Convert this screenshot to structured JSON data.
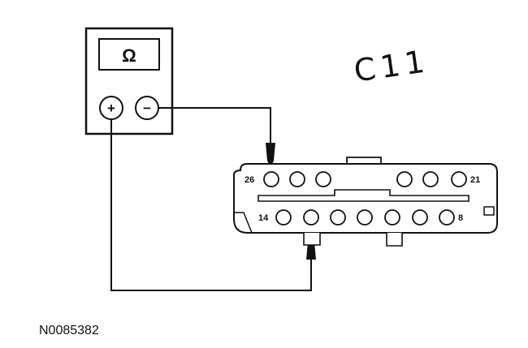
{
  "meter": {
    "display": "Ω",
    "positive_symbol": "+",
    "negative_symbol": "−"
  },
  "connector": {
    "top_row_first_label": "26",
    "top_row_last_label": "21",
    "bottom_row_first_label": "14",
    "bottom_row_last_label": "8"
  },
  "annotation": {
    "handwritten": "C11",
    "color": "#d81f1f"
  },
  "figure_id": "N0085382"
}
